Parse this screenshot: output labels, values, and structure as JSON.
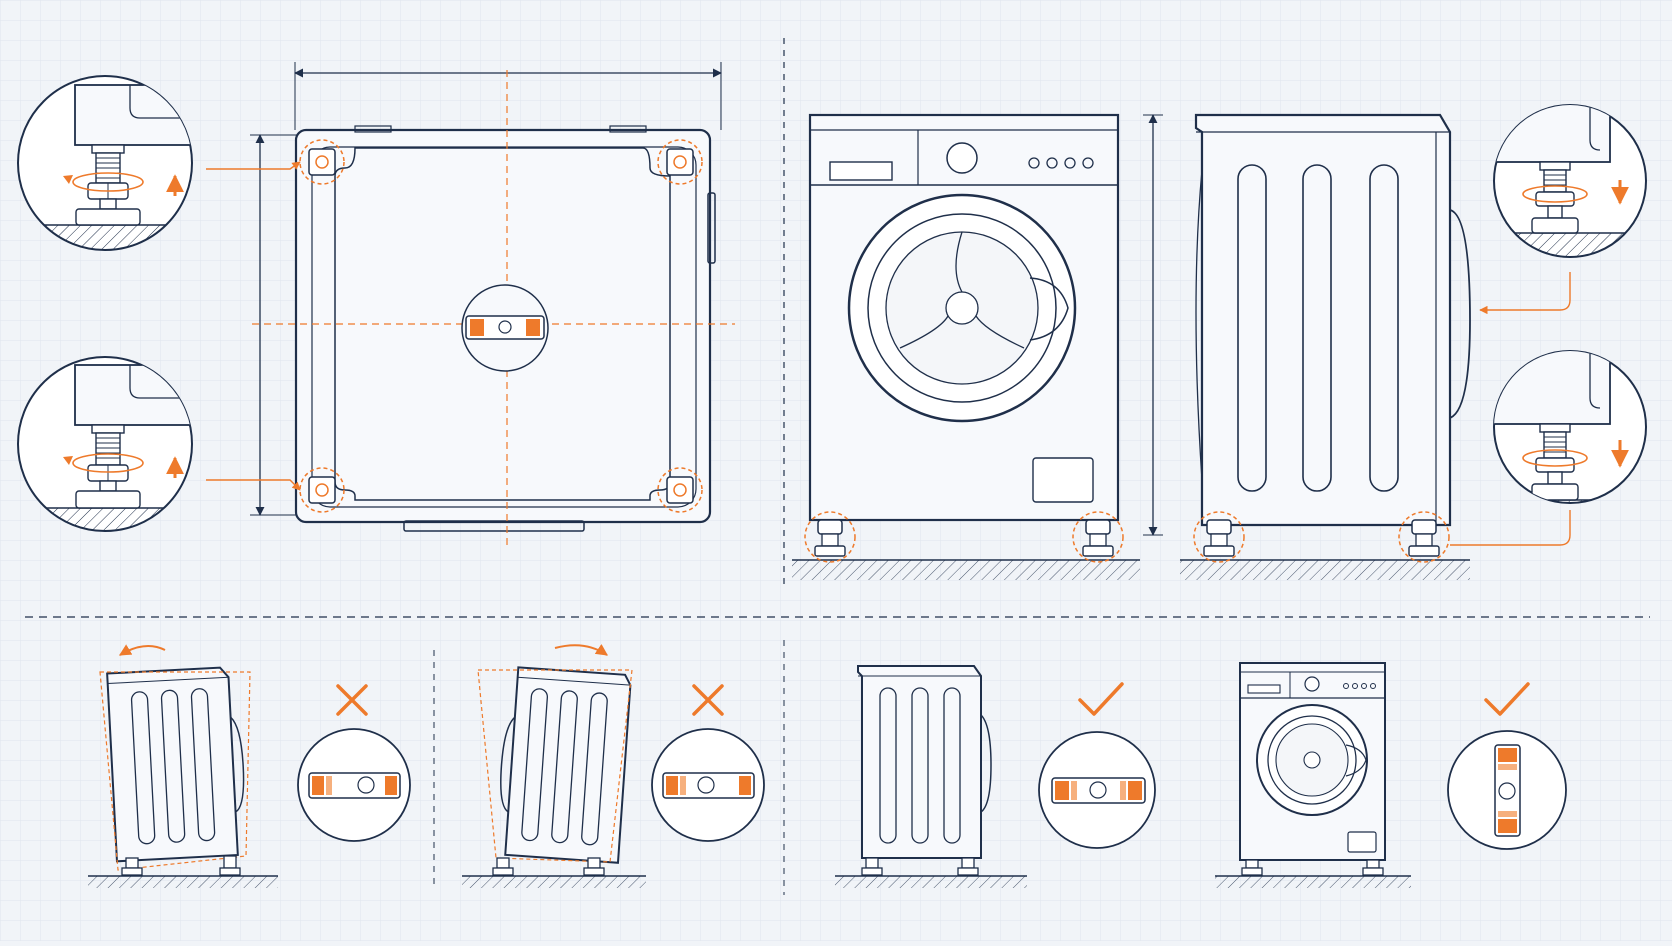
{
  "colors": {
    "background": "#f1f4f8",
    "grid": "#dfe5ee",
    "line": "#1f2f4a",
    "accent": "#ee7a2b",
    "accent_light": "#f6b07e",
    "panel_fill": "#ffffff"
  },
  "icons": {
    "incorrect": "cross-mark-icon",
    "correct": "check-mark-icon",
    "raise": "arrow-up-icon",
    "lower": "arrow-down-icon",
    "rotate": "rotate-arrow-icon",
    "bubble_level": "bubble-level-icon"
  },
  "scenes": {
    "top_view": "top-view-machine-base",
    "front_view": "front-view-machine",
    "side_view": "side-view-machine"
  },
  "checks": [
    {
      "name": "tilted-back",
      "result": "incorrect"
    },
    {
      "name": "tilted-forward",
      "result": "incorrect"
    },
    {
      "name": "side-level",
      "result": "correct"
    },
    {
      "name": "front-level",
      "result": "correct"
    }
  ]
}
